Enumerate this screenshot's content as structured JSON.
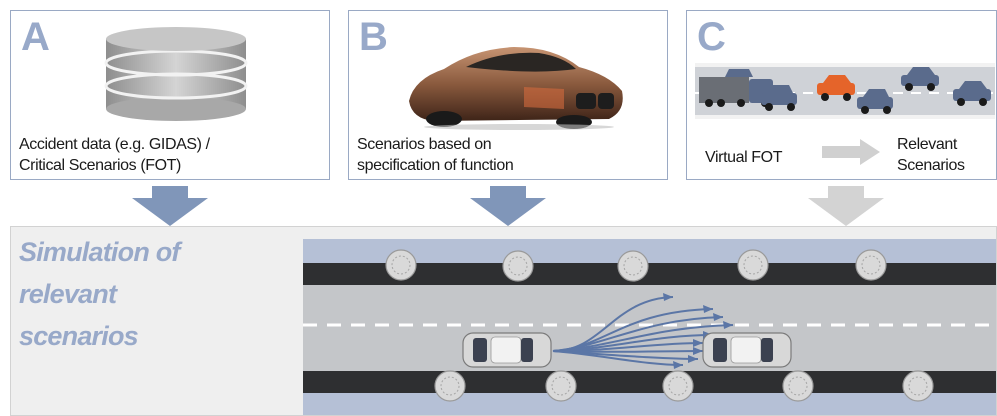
{
  "panels": {
    "a": {
      "letter": "A",
      "line1": "Accident data (e.g. GIDAS) /",
      "line2": "Critical Scenarios (FOT)"
    },
    "b": {
      "letter": "B",
      "line1": "Scenarios based on",
      "line2": "specification of function"
    },
    "c": {
      "letter": "C",
      "left_label": "Virtual FOT",
      "right_line1": "Relevant",
      "right_line2": "Scenarios"
    }
  },
  "simulation": {
    "line1": "Simulation of",
    "line2": "relevant",
    "line3": "scenarios"
  },
  "colors": {
    "accent": "#98a9c9",
    "arrow_blue": "#8096b9",
    "arrow_grey": "#d0d0d0",
    "road": "#c4c6c9",
    "lane_dark": "#2e2f31"
  }
}
